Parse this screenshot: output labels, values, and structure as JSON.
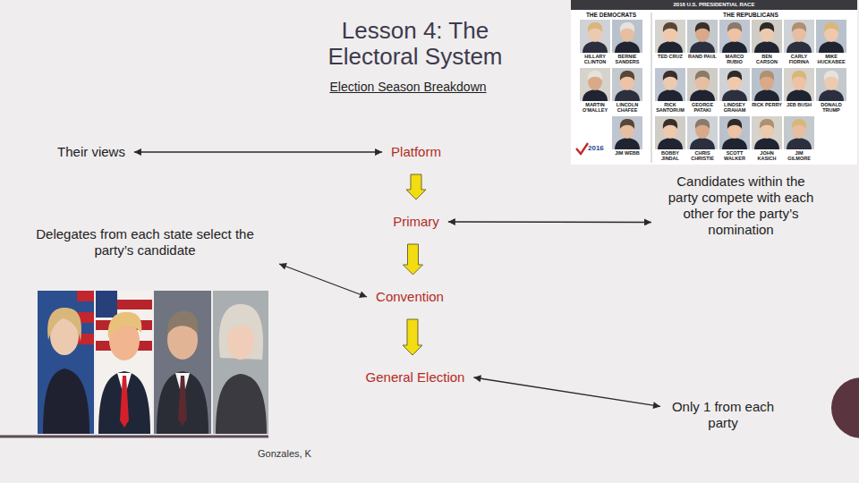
{
  "diagram": {
    "title": "Lesson 4: The Electoral System",
    "nodes": [
      {
        "text": [
          "Their views"
        ]
      },
      {
        "text": [
          "Platform"
        ]
      },
      {
        "text": [
          "Candidates within the party compete with each other for the party’s nomination"
        ]
      },
      {
        "text": [
          "Primary"
        ]
      },
      {
        "text": [
          "Delegates from each state select the party’s candidate"
        ]
      },
      {
        "text": [
          "Convention"
        ]
      },
      {
        "text": [
          "General Election"
        ]
      },
      {
        "text": [
          "Only 1 from each party"
        ]
      }
    ],
    "edges": [
      {
        "from": 0,
        "to": 1,
        "arrow": "both"
      },
      {
        "from": 1,
        "to": 3,
        "arrow": "to"
      },
      {
        "from": 3,
        "to": 2,
        "arrow": "both"
      },
      {
        "from": 4,
        "to": 5,
        "arrow": "both"
      },
      {
        "from": 3,
        "to": 5,
        "arrow": "to"
      },
      {
        "from": 5,
        "to": 6,
        "arrow": "to"
      },
      {
        "from": 6,
        "to": 7,
        "arrow": "both"
      }
    ],
    "labels": [
      "2016 U.S. PRESIDENTIAL RACE",
      "THE DEMOCRATS",
      "THE REPUBLICANS",
      "HILLARY CLINTON",
      "BERNIE SANDERS",
      "TED CRUZ",
      "RAND PAUL",
      "MARCO RUBIO",
      "BEN CARSON",
      "CARLY FIORINA",
      "MIKE HUCKABEE",
      "MARTIN O'MALLEY",
      "LINCOLN CHAFEE",
      "RICK SANTORUM",
      "GEORGE PATAKI",
      "LINDSEY GRAHAM",
      "RICK PERRY",
      "JEB BUSH",
      "DONALD TRUMP",
      "2016",
      "JIM WEBB",
      "BOBBY JINDAL",
      "CHRIS CHRISTIE",
      "SCOTT WALKER",
      "JOHN KASICH",
      "JIM GILMORE",
      "Election Season Breakdown",
      "Gonzales, K"
    ]
  }
}
